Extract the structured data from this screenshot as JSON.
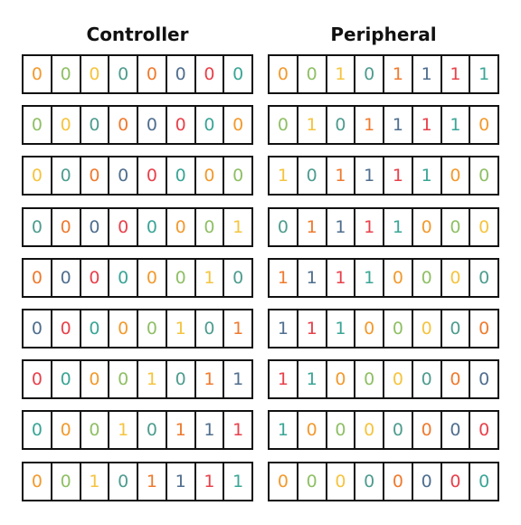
{
  "panels": [
    {
      "title": "Controller",
      "registers": [
        {
          "bits": [
            "0",
            "0",
            "0",
            "0",
            "0",
            "0",
            "0",
            "0"
          ],
          "colors": [
            "#f29a2e",
            "#8fbf65",
            "#f5c43f",
            "#4e9c8f",
            "#ef7a2e",
            "#4f6e8e",
            "#e8414b",
            "#3aa596"
          ]
        },
        {
          "bits": [
            "0",
            "0",
            "0",
            "0",
            "0",
            "0",
            "0",
            "0"
          ],
          "colors": [
            "#8fbf65",
            "#f5c43f",
            "#4e9c8f",
            "#ef7a2e",
            "#4f6e8e",
            "#e8414b",
            "#3aa596",
            "#f29a2e"
          ]
        },
        {
          "bits": [
            "0",
            "0",
            "0",
            "0",
            "0",
            "0",
            "0",
            "0"
          ],
          "colors": [
            "#f5c43f",
            "#4e9c8f",
            "#ef7a2e",
            "#4f6e8e",
            "#e8414b",
            "#3aa596",
            "#f29a2e",
            "#8fbf65"
          ]
        },
        {
          "bits": [
            "0",
            "0",
            "0",
            "0",
            "0",
            "0",
            "0",
            "1"
          ],
          "colors": [
            "#4e9c8f",
            "#ef7a2e",
            "#4f6e8e",
            "#e8414b",
            "#3aa596",
            "#f29a2e",
            "#8fbf65",
            "#f5c43f"
          ]
        },
        {
          "bits": [
            "0",
            "0",
            "0",
            "0",
            "0",
            "0",
            "1",
            "0"
          ],
          "colors": [
            "#ef7a2e",
            "#4f6e8e",
            "#e8414b",
            "#3aa596",
            "#f29a2e",
            "#8fbf65",
            "#f5c43f",
            "#4e9c8f"
          ]
        },
        {
          "bits": [
            "0",
            "0",
            "0",
            "0",
            "0",
            "1",
            "0",
            "1"
          ],
          "colors": [
            "#4f6e8e",
            "#e8414b",
            "#3aa596",
            "#f29a2e",
            "#8fbf65",
            "#f5c43f",
            "#4e9c8f",
            "#ef7a2e"
          ]
        },
        {
          "bits": [
            "0",
            "0",
            "0",
            "0",
            "1",
            "0",
            "1",
            "1"
          ],
          "colors": [
            "#e8414b",
            "#3aa596",
            "#f29a2e",
            "#8fbf65",
            "#f5c43f",
            "#4e9c8f",
            "#ef7a2e",
            "#4f6e8e"
          ]
        },
        {
          "bits": [
            "0",
            "0",
            "0",
            "1",
            "0",
            "1",
            "1",
            "1"
          ],
          "colors": [
            "#3aa596",
            "#f29a2e",
            "#8fbf65",
            "#f5c43f",
            "#4e9c8f",
            "#ef7a2e",
            "#4f6e8e",
            "#e8414b"
          ]
        },
        {
          "bits": [
            "0",
            "0",
            "1",
            "0",
            "1",
            "1",
            "1",
            "1"
          ],
          "colors": [
            "#f29a2e",
            "#8fbf65",
            "#f5c43f",
            "#4e9c8f",
            "#ef7a2e",
            "#4f6e8e",
            "#e8414b",
            "#3aa596"
          ]
        }
      ]
    },
    {
      "title": "Peripheral",
      "registers": [
        {
          "bits": [
            "0",
            "0",
            "1",
            "0",
            "1",
            "1",
            "1",
            "1"
          ],
          "colors": [
            "#f29a2e",
            "#8fbf65",
            "#f5c43f",
            "#4e9c8f",
            "#ef7a2e",
            "#4f6e8e",
            "#e8414b",
            "#3aa596"
          ]
        },
        {
          "bits": [
            "0",
            "1",
            "0",
            "1",
            "1",
            "1",
            "1",
            "0"
          ],
          "colors": [
            "#8fbf65",
            "#f5c43f",
            "#4e9c8f",
            "#ef7a2e",
            "#4f6e8e",
            "#e8414b",
            "#3aa596",
            "#f29a2e"
          ]
        },
        {
          "bits": [
            "1",
            "0",
            "1",
            "1",
            "1",
            "1",
            "0",
            "0"
          ],
          "colors": [
            "#f5c43f",
            "#4e9c8f",
            "#ef7a2e",
            "#4f6e8e",
            "#e8414b",
            "#3aa596",
            "#f29a2e",
            "#8fbf65"
          ]
        },
        {
          "bits": [
            "0",
            "1",
            "1",
            "1",
            "1",
            "0",
            "0",
            "0"
          ],
          "colors": [
            "#4e9c8f",
            "#ef7a2e",
            "#4f6e8e",
            "#e8414b",
            "#3aa596",
            "#f29a2e",
            "#8fbf65",
            "#f5c43f"
          ]
        },
        {
          "bits": [
            "1",
            "1",
            "1",
            "1",
            "0",
            "0",
            "0",
            "0"
          ],
          "colors": [
            "#ef7a2e",
            "#4f6e8e",
            "#e8414b",
            "#3aa596",
            "#f29a2e",
            "#8fbf65",
            "#f5c43f",
            "#4e9c8f"
          ]
        },
        {
          "bits": [
            "1",
            "1",
            "1",
            "0",
            "0",
            "0",
            "0",
            "0"
          ],
          "colors": [
            "#4f6e8e",
            "#e8414b",
            "#3aa596",
            "#f29a2e",
            "#8fbf65",
            "#f5c43f",
            "#4e9c8f",
            "#ef7a2e"
          ]
        },
        {
          "bits": [
            "1",
            "1",
            "0",
            "0",
            "0",
            "0",
            "0",
            "0"
          ],
          "colors": [
            "#e8414b",
            "#3aa596",
            "#f29a2e",
            "#8fbf65",
            "#f5c43f",
            "#4e9c8f",
            "#ef7a2e",
            "#4f6e8e"
          ]
        },
        {
          "bits": [
            "1",
            "0",
            "0",
            "0",
            "0",
            "0",
            "0",
            "0"
          ],
          "colors": [
            "#3aa596",
            "#f29a2e",
            "#8fbf65",
            "#f5c43f",
            "#4e9c8f",
            "#ef7a2e",
            "#4f6e8e",
            "#e8414b"
          ]
        },
        {
          "bits": [
            "0",
            "0",
            "0",
            "0",
            "0",
            "0",
            "0",
            "0"
          ],
          "colors": [
            "#f29a2e",
            "#8fbf65",
            "#f5c43f",
            "#4e9c8f",
            "#ef7a2e",
            "#4f6e8e",
            "#e8414b",
            "#3aa596"
          ]
        }
      ]
    }
  ]
}
